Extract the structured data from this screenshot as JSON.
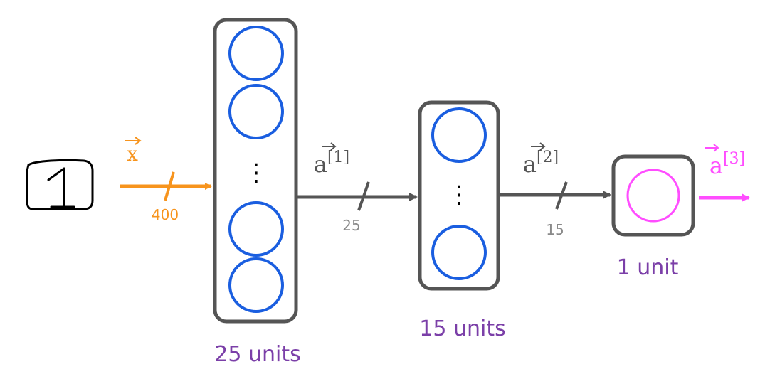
{
  "input_digit": "1",
  "input_vector": {
    "symbol": "x",
    "size": "400"
  },
  "layers": [
    {
      "units_label": "25 units",
      "activation_symbol": "a",
      "activation_superscript": "[1]",
      "output_size": "25"
    },
    {
      "units_label": "15 units",
      "activation_symbol": "a",
      "activation_superscript": "[2]",
      "output_size": "15"
    },
    {
      "units_label": "1 unit",
      "activation_symbol": "a",
      "activation_superscript": "[3]"
    }
  ],
  "ellipsis": "⋮",
  "colors": {
    "input": "#f7941d",
    "neuron": "#1a5ee0",
    "output_neuron": "#ff4dff",
    "output_arrow": "#ff4dff",
    "box_border": "#555555",
    "arrow": "#555555",
    "size_text": "#8a8a8a",
    "units_text": "#7b3fa8",
    "activation_text": "#555555",
    "output_activation_text": "#ff4dff"
  }
}
